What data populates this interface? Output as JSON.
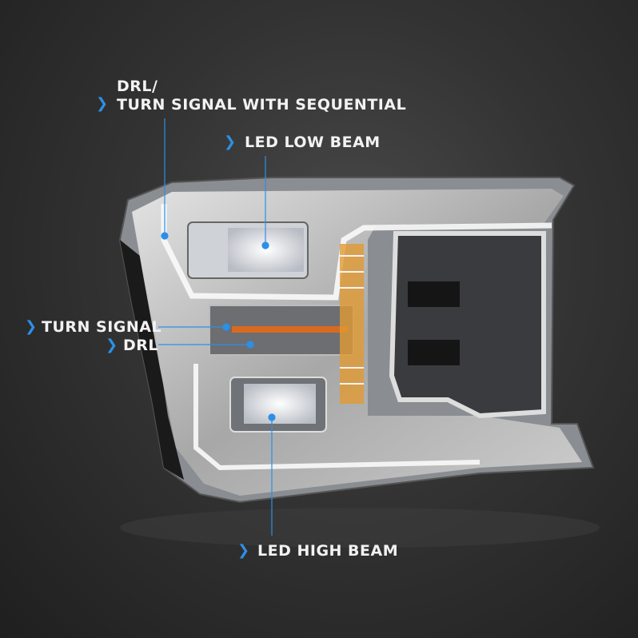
{
  "accent_color": "#2d8fe6",
  "callouts": {
    "drl_sequential": {
      "line1": "DRL/",
      "line2": "TURN SIGNAL WITH SEQUENTIAL"
    },
    "led_low_beam": "LED LOW BEAM",
    "turn_signal": "TURN SIGNAL",
    "drl": "DRL",
    "led_high_beam": "LED HIGH BEAM"
  },
  "icons": {
    "callout_marker": "chevron-right-icon"
  }
}
